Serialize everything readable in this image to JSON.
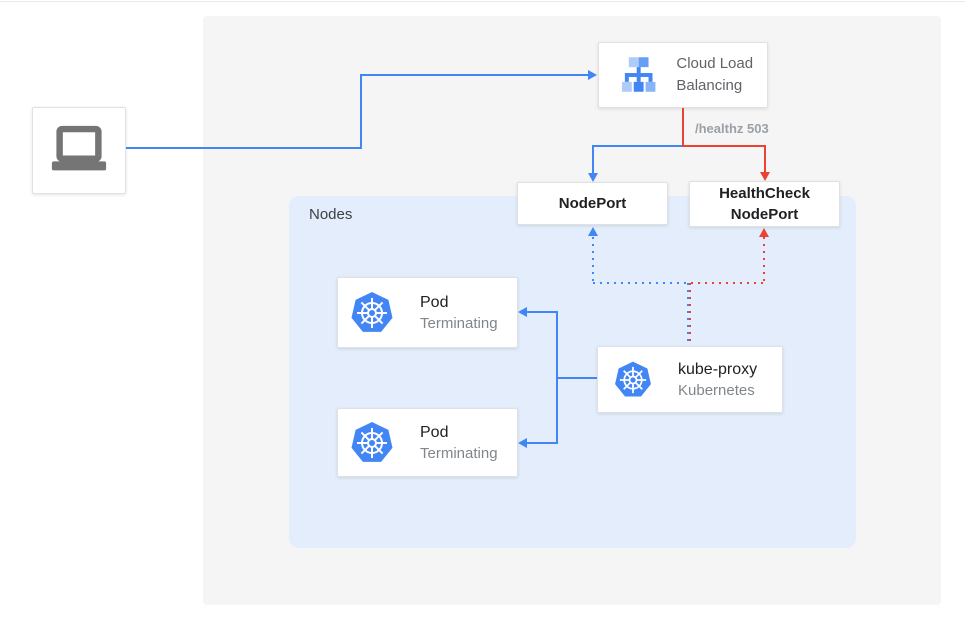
{
  "diagram": {
    "panel_label": "",
    "nodes_label": "Nodes",
    "healthz_label": "/healthz 503",
    "client": {
      "icon": "laptop-icon"
    },
    "clb": {
      "title": "Cloud Load Balancing",
      "icon": "cloud-load-balancing-icon"
    },
    "nodeport": {
      "title": "NodePort"
    },
    "healthcheck_nodeport": {
      "line1": "HealthCheck",
      "line2": "NodePort"
    },
    "pods": [
      {
        "title": "Pod",
        "subtitle": "Terminating",
        "icon": "kubernetes-icon"
      },
      {
        "title": "Pod",
        "subtitle": "Terminating",
        "icon": "kubernetes-icon"
      }
    ],
    "kube_proxy": {
      "title": "kube-proxy",
      "subtitle": "Kubernetes",
      "icon": "kubernetes-icon"
    },
    "colors": {
      "blue": "#4285f4",
      "red": "#ea4335",
      "nodes_background": "#e3edfb",
      "panel_background": "#f5f5f6"
    }
  }
}
